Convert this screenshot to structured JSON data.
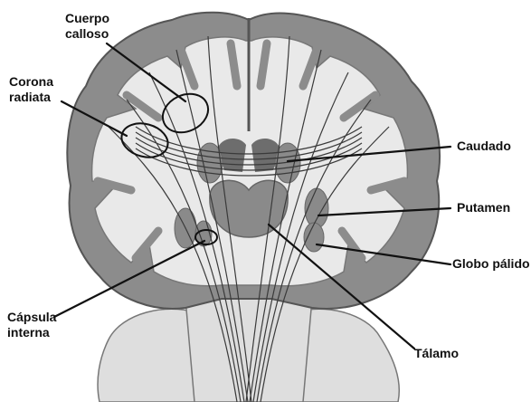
{
  "colors": {
    "gray_matter": "#8c8c8c",
    "white_matter": "#e9e9e9",
    "cortex_outline": "#555555",
    "nuclei": "#8a8a8a",
    "brainstem": "#dedede",
    "fibers": "#3a3a3a",
    "leader_lines": "#111111"
  },
  "labels": {
    "cuerpo_calloso": "Cuerpo\ncalloso",
    "corona_radiata": "Corona\nradiata",
    "caudado": "Caudado",
    "putamen": "Putamen",
    "globo_palido": "Globo pálido",
    "capsula_interna": "Cápsula\ninterna",
    "talamo": "Tálamo"
  }
}
